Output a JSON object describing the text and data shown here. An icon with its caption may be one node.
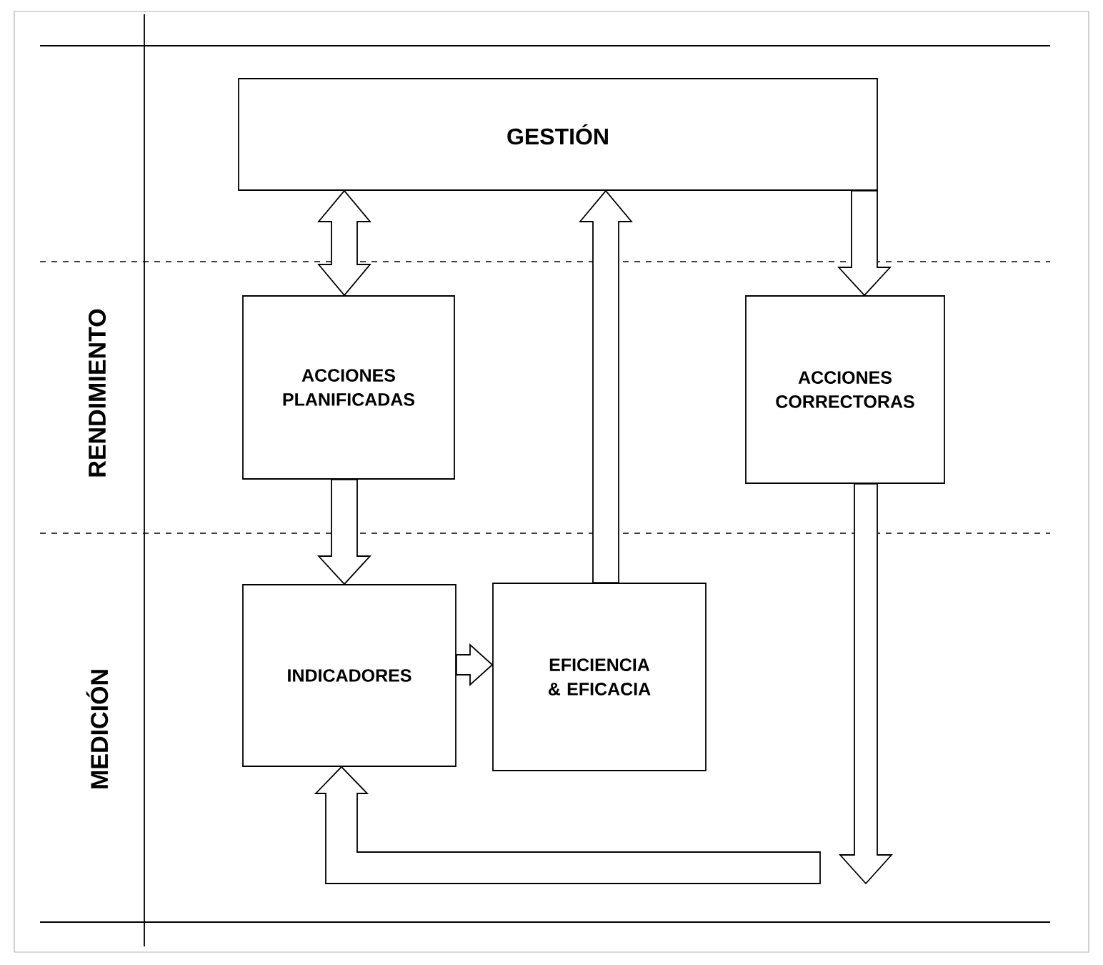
{
  "diagram": {
    "nodes": [
      {
        "text": [
          "GESTIÓN"
        ]
      },
      {
        "text": [
          "ACCIONES PLANIFICADAS"
        ]
      },
      {
        "text": [
          "ACCIONES CORRECTORAS"
        ]
      },
      {
        "text": [
          "INDICADORES"
        ]
      },
      {
        "text": [
          "EFICIENCIA & EFICACIA"
        ]
      }
    ],
    "edges": [
      {
        "from": 0,
        "to": 1,
        "arrow": "both"
      },
      {
        "from": 1,
        "to": 3,
        "arrow": "to"
      },
      {
        "from": 3,
        "to": 4,
        "arrow": "to"
      },
      {
        "from": 4,
        "to": 0,
        "arrow": "to"
      },
      {
        "from": 0,
        "to": 2,
        "arrow": "to"
      },
      {
        "from": 2,
        "to": null,
        "arrow": "to"
      },
      {
        "from": null,
        "to": 3,
        "arrow": "to"
      }
    ],
    "labels": [
      "RENDIMIENTO",
      "MEDICIÓN"
    ]
  }
}
